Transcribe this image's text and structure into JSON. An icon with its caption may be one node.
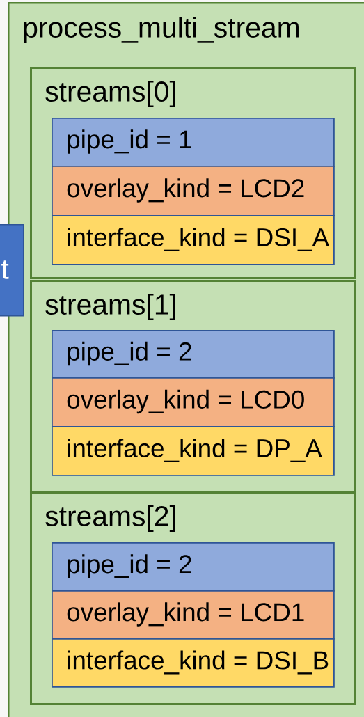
{
  "diagram": {
    "nodes": [
      {
        "text": [
          "process_multi_stream"
        ]
      },
      {
        "text": [
          "streams[0]"
        ],
        "in": 0
      },
      {
        "text": [
          "pipe_id = 1"
        ],
        "in": 1
      },
      {
        "text": [
          "overlay_kind = LCD2"
        ],
        "in": 1
      },
      {
        "text": [
          "interface_kind = DSI_A"
        ],
        "in": 1
      },
      {
        "text": [
          "streams[1]"
        ],
        "in": 0
      },
      {
        "text": [
          "pipe_id = 2"
        ],
        "in": 5
      },
      {
        "text": [
          "overlay_kind = LCD0"
        ],
        "in": 5
      },
      {
        "text": [
          "interface_kind = DP_A"
        ],
        "in": 5
      },
      {
        "text": [
          "streams[2]"
        ],
        "in": 0
      },
      {
        "text": [
          "pipe_id = 2"
        ],
        "in": 9
      },
      {
        "text": [
          "overlay_kind = LCD1"
        ],
        "in": 9
      },
      {
        "text": [
          "interface_kind = DSI_B"
        ],
        "in": 9
      },
      {
        "text": [
          "t"
        ]
      }
    ]
  }
}
